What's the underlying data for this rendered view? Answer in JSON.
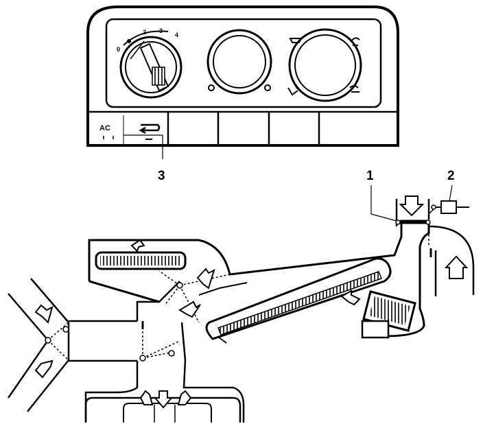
{
  "callouts": {
    "one": "1",
    "two": "2",
    "three": "3"
  },
  "control_panel": {
    "ac_label": "AC",
    "fan_dial": {
      "pos_0": "0",
      "pos_2": "2",
      "pos_3": "3",
      "pos_4": "4"
    }
  },
  "icons": {
    "recirculation": "recirculation-icon",
    "fan": "fan-icon",
    "defrost": "windshield-defrost-icon",
    "airflow": "airflow-arrow-icon"
  }
}
